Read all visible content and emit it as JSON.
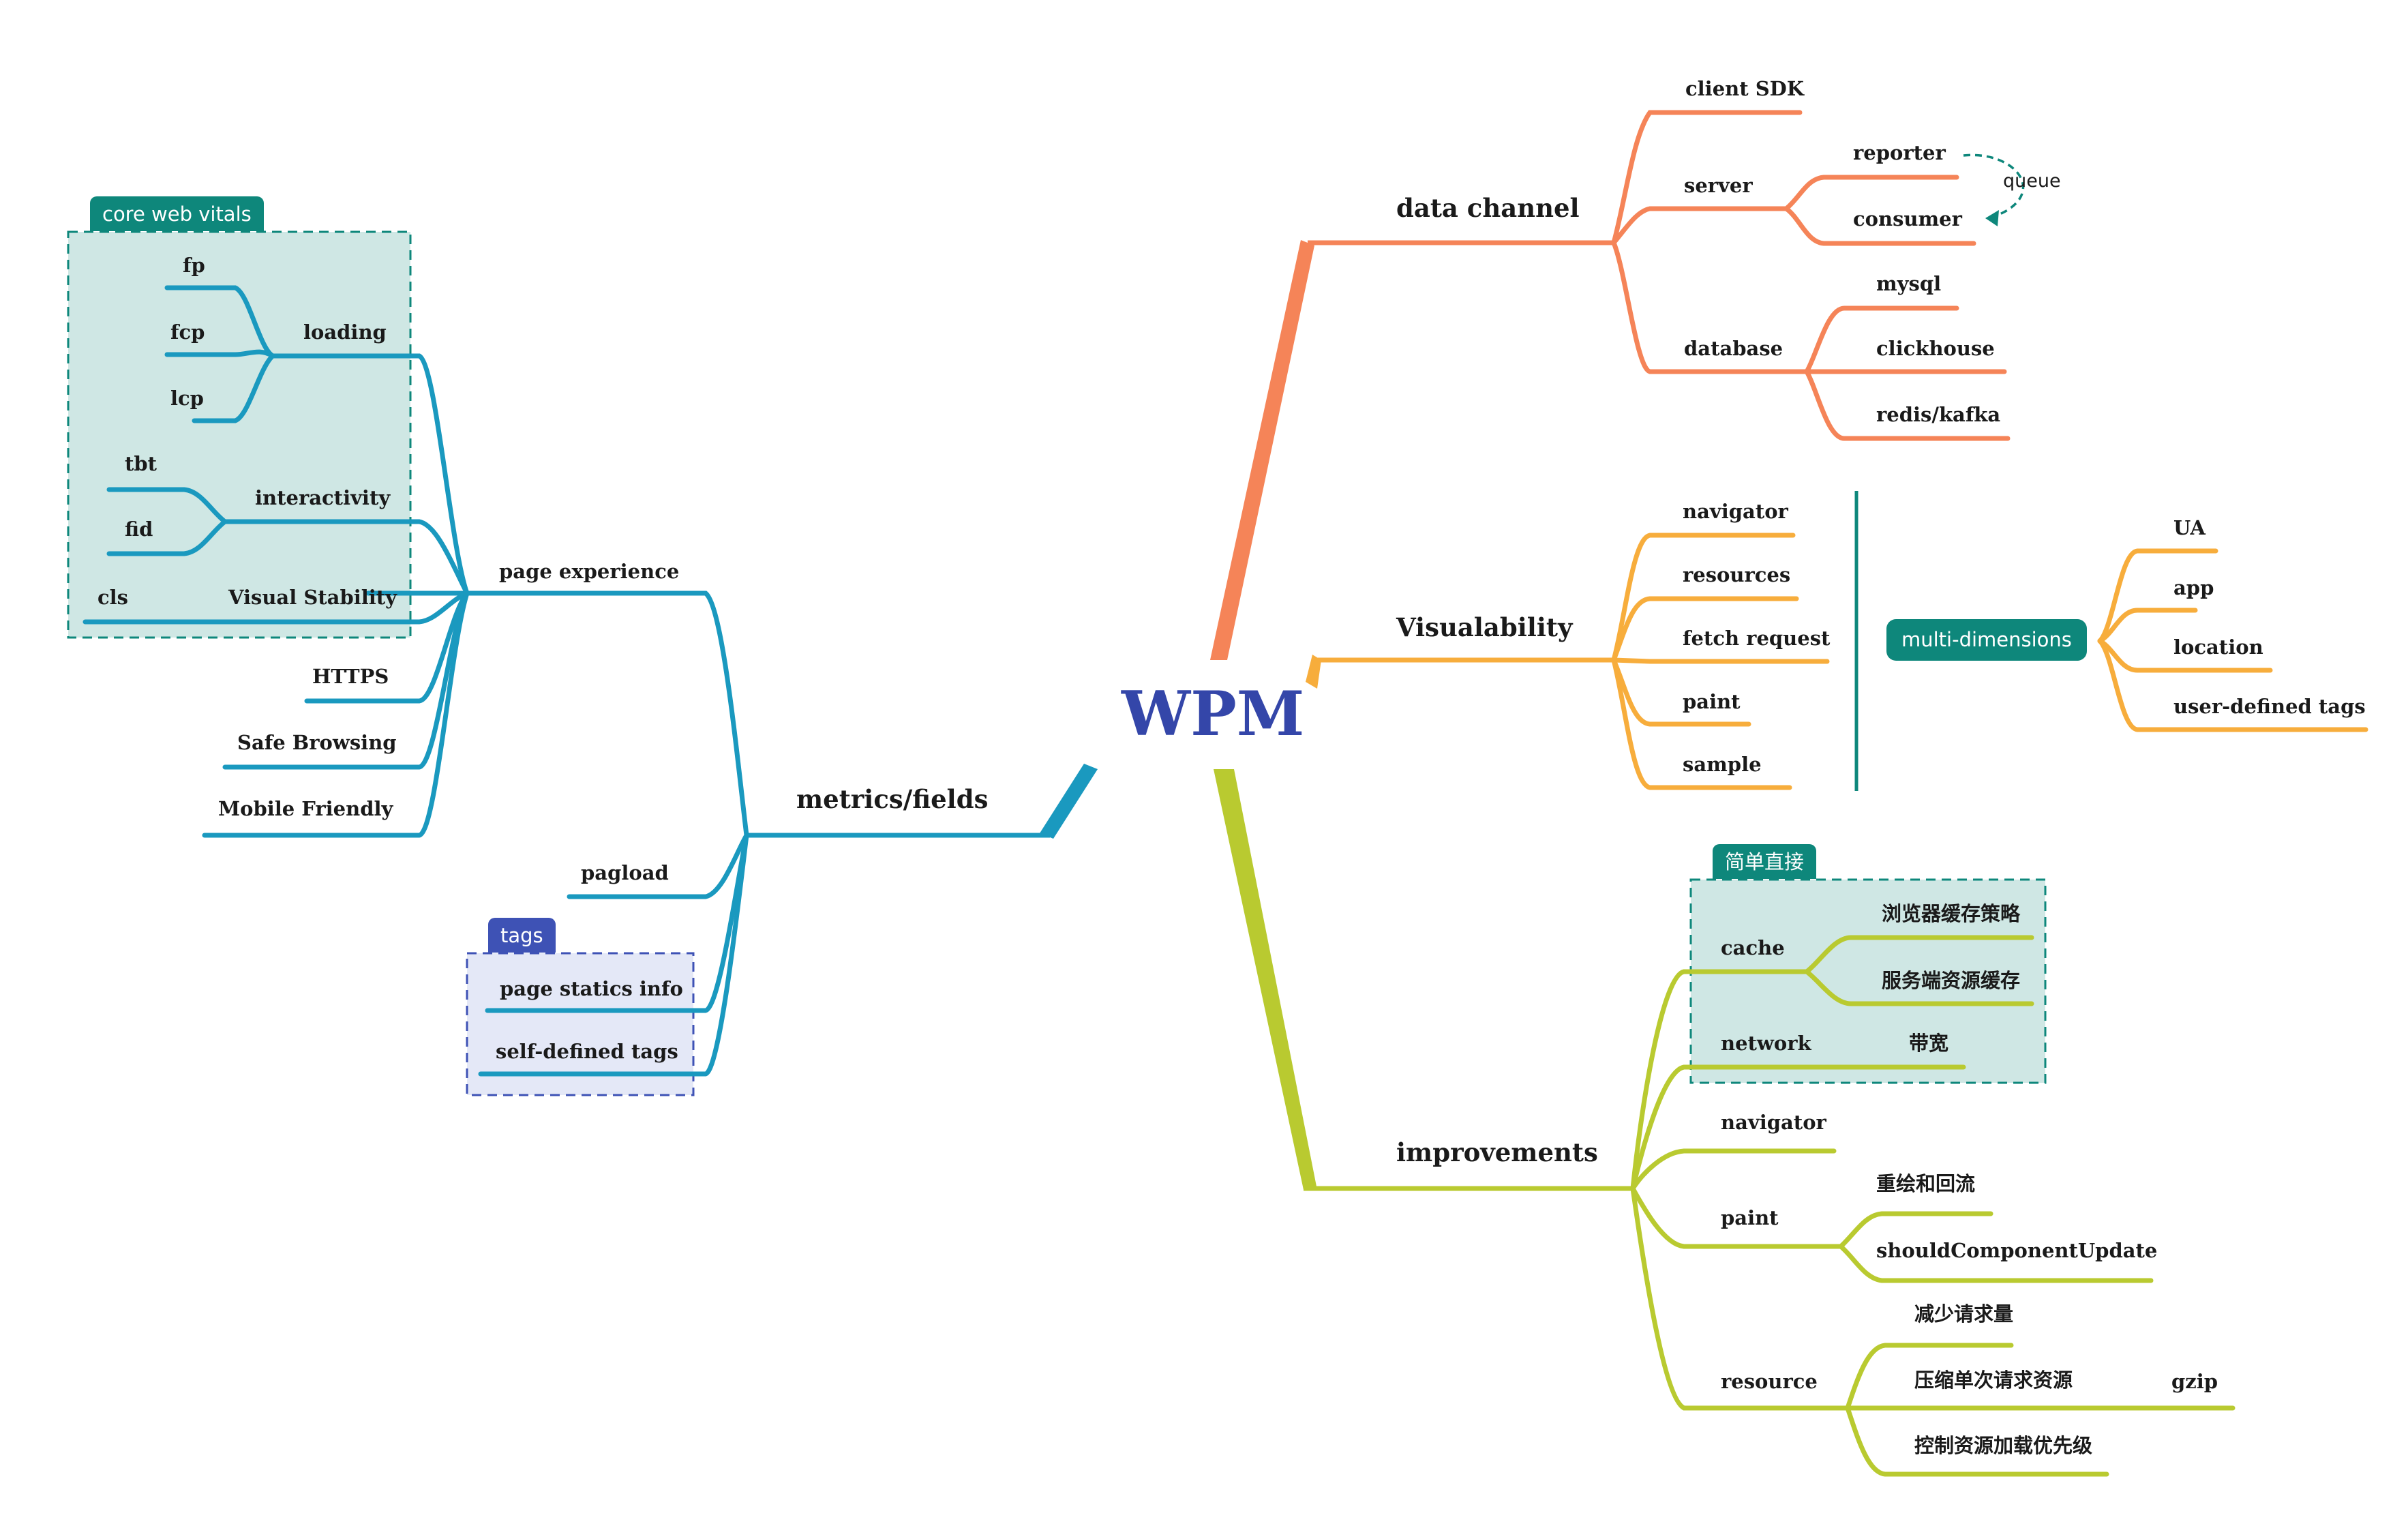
{
  "colors": {
    "center": "#3446a9",
    "data_channel": "#f58458",
    "visualability": "#f7ad3c",
    "improvements": "#b9ca30",
    "metrics": "#1a99bf",
    "group_teal": "#0e877b",
    "group_teal_fill": "#cfe7e4",
    "group_blue": "#3e52b5",
    "group_blue_fill": "#e4e8f7"
  },
  "center": {
    "label": "WPM"
  },
  "data_channel": {
    "label": "data channel",
    "client_sdk": "client SDK",
    "server": {
      "label": "server",
      "reporter": "reporter",
      "consumer": "consumer",
      "queue": "queue"
    },
    "database": {
      "label": "database",
      "items": [
        "mysql",
        "clickhouse",
        "redis/kafka"
      ]
    }
  },
  "visualability": {
    "label": "Visualability",
    "items": [
      "navigator",
      "resources",
      "fetch request",
      "paint",
      "sample"
    ],
    "multi_dimensions": {
      "label": "multi-dimensions",
      "items": [
        "UA",
        "app",
        "location",
        "user-defined tags"
      ]
    }
  },
  "improvements": {
    "label": "improvements",
    "group_tag": "简单直接",
    "cache": {
      "label": "cache",
      "items": [
        "浏览器缓存策略",
        "服务端资源缓存"
      ]
    },
    "network": {
      "label": "network",
      "item": "带宽"
    },
    "navigator": "navigator",
    "paint": {
      "label": "paint",
      "items": [
        "重绘和回流",
        "shouldComponentUpdate"
      ]
    },
    "resource": {
      "label": "resource",
      "items": [
        "减少请求量",
        "压缩单次请求资源",
        "控制资源加载优先级"
      ],
      "gzip": "gzip"
    }
  },
  "metrics": {
    "label": "metrics/fields",
    "page_experience": {
      "label": "page experience",
      "group_tag": "core web vitals",
      "loading": {
        "label": "loading",
        "items": [
          "fp",
          "fcp",
          "lcp"
        ]
      },
      "interactivity": {
        "label": "interactivity",
        "items": [
          "tbt",
          "fid"
        ]
      },
      "visual_stability": {
        "label": "Visual Stability",
        "item": "cls"
      },
      "others": [
        "HTTPS",
        "Safe Browsing",
        "Mobile Friendly"
      ]
    },
    "pagload": "pagload",
    "tags": {
      "group_tag": "tags",
      "items": [
        "page statics info",
        "self-defined tags"
      ]
    }
  }
}
